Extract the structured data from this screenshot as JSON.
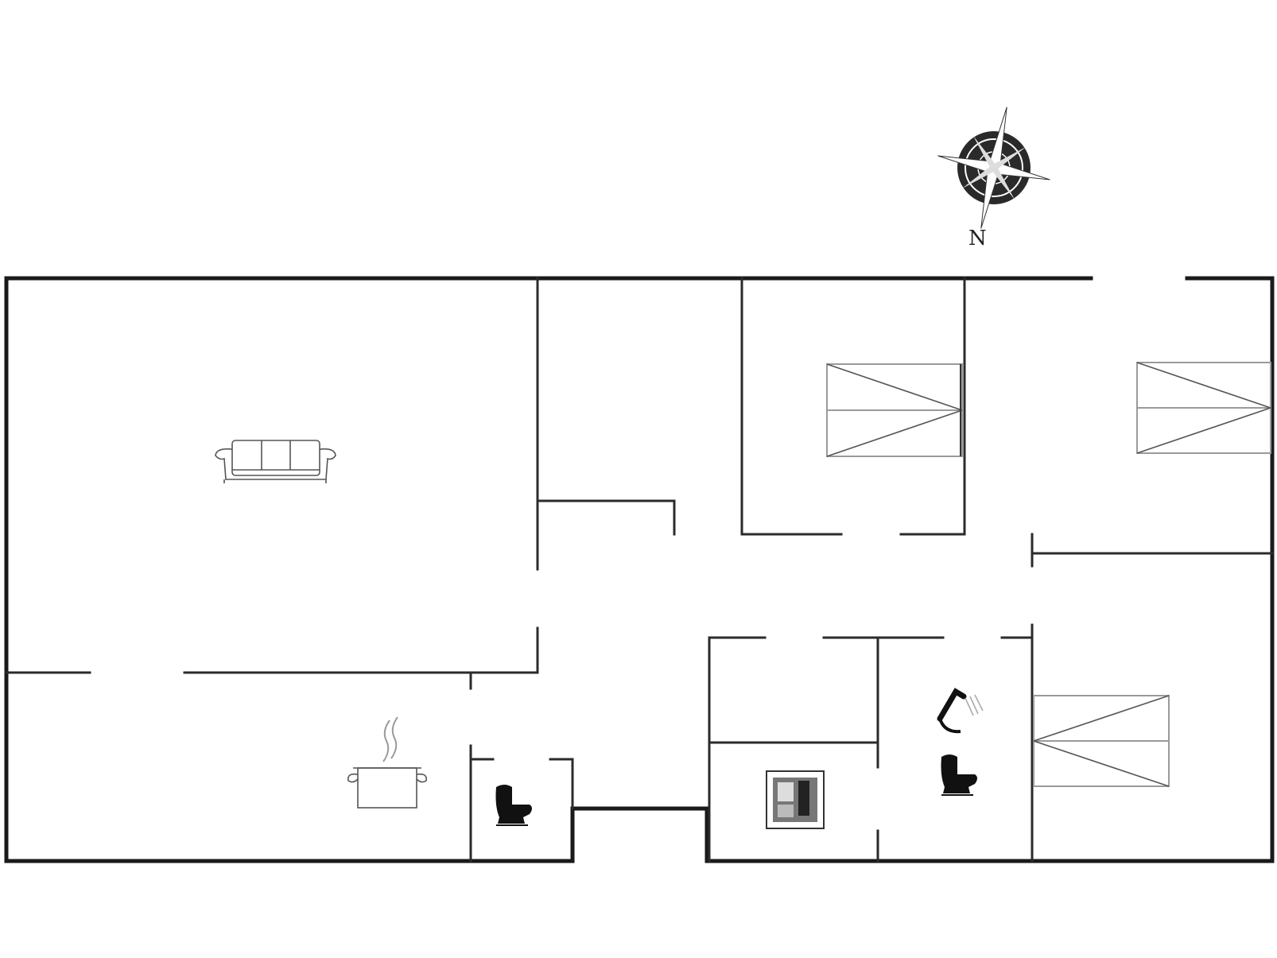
{
  "compass": {
    "label": "N",
    "icon": "compass-rose-icon"
  },
  "rooms": [
    {
      "kind": "living-room",
      "icon": "sofa-icon"
    },
    {
      "kind": "kitchen",
      "icon": "cooking-pot-icon"
    },
    {
      "kind": "toilet",
      "icon": "toilet-icon"
    },
    {
      "kind": "utility",
      "icon": "washer-icon"
    },
    {
      "kind": "bathroom",
      "icon": "shower-icon"
    },
    {
      "kind": "bathroom",
      "icon": "toilet-icon"
    },
    {
      "kind": "bedroom",
      "icon": "bed-icon"
    },
    {
      "kind": "bedroom",
      "icon": "bed-icon"
    },
    {
      "kind": "bedroom",
      "icon": "bed-icon"
    }
  ],
  "colors": {
    "wall": "#1a1a1a",
    "background": "#ffffff",
    "fixture": "#9a9a9a"
  }
}
